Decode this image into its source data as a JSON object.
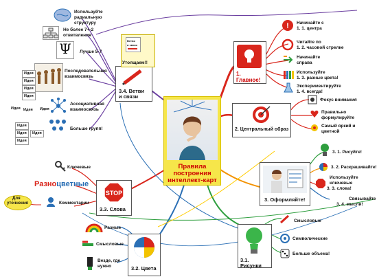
{
  "center": {
    "l1": "Правила",
    "l2": "построения",
    "l3": "интеллект-карт"
  },
  "b1": {
    "title": "1. Главное!",
    "items": [
      {
        "a": "Начинайте с",
        "b": "1. 1. центра"
      },
      {
        "a": "Читайте по",
        "b": "1. 2. часовой стрелке"
      },
      {
        "a": "Начинайте",
        "b": "справа"
      },
      {
        "a": "Используйте",
        "b": "1. 3. разные цвета!"
      },
      {
        "a": "Экспериментируйте",
        "b": "1. 4. всегда!"
      }
    ]
  },
  "b2": {
    "title": "2. Центральный образ",
    "items": [
      {
        "a": "Фокус внимания",
        "b": ""
      },
      {
        "a": "Правильно",
        "b": "формулируйте"
      },
      {
        "a": "Самый яркий и",
        "b": "цветной"
      }
    ]
  },
  "b3": {
    "title": "3. Оформляйте!",
    "items": [
      {
        "a": "3. 1. Рисуйте!",
        "b": ""
      },
      {
        "a": "3. 2. Раскрашивайте!",
        "b": ""
      },
      {
        "a": "Используйте",
        "b": "ключевые",
        "c": "3. 3. слова!"
      },
      {
        "a": "Связывайте",
        "b": "3. 4. мысли!"
      }
    ]
  },
  "b31": {
    "title": "3.1. Рисунки",
    "items": [
      "Смысловые",
      "Символические",
      "Больше объема!"
    ]
  },
  "b32": {
    "title": "3.2. Цвета",
    "items": [
      "Разные",
      "Смысловые",
      "Везде, где",
      "нужно"
    ]
  },
  "b33": {
    "title": "3.3. Слова",
    "stop": "STOP",
    "key": "Ключевые",
    "colorful1": "Разно",
    "colorful2": "цветные",
    "comments": "Комментарии",
    "clarify1": "Для",
    "clarify2": "уточнения"
  },
  "b34": {
    "title1": "3.4. Ветви",
    "title2": "и связи",
    "thicken": "Утолщаем!!",
    "radial1": "Используйте",
    "radial2": "радиальную",
    "radial3": "структуру",
    "limit1": "Не более 7+-2",
    "limit2": "ответвления",
    "better": "Лучше 5-7",
    "seq1": "Последовательная",
    "seq2": "взаимосвязь",
    "assoc1": "Ассоциативная",
    "assoc2": "взаимосвязь",
    "more": "Больше групп!",
    "idea": "Идея",
    "card1": "Ветви",
    "card2": "и связи"
  },
  "colors": {
    "red": "#d9261c",
    "orange": "#f39200",
    "blue": "#2a6fb5",
    "green": "#2e9e3e",
    "purple": "#6b3fa0",
    "pink": "#e8508a"
  }
}
